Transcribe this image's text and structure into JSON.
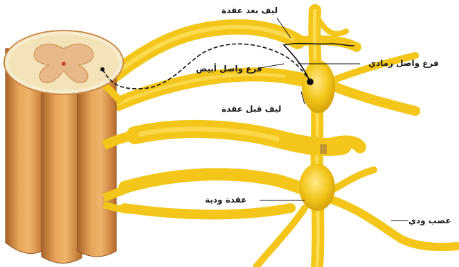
{
  "labels": {
    "postganglionic_fiber": "ليف بعد عقدة",
    "gray_ramus": "فرع واصل رمادي",
    "white_ramus": "فرع واصل أبيض",
    "preganglionic_fiber": "ليف قبل عقدة",
    "chain_ganglion": "عقدة ودية",
    "sympathetic_nerve": "عصب ودي"
  },
  "colors": {
    "nerve_yellow": "#f3c619",
    "nerve_highlight": "#ffe46a",
    "nerve_shadow": "#d9a80c",
    "cord_orange": "#d98e3a",
    "cord_light": "#f0b36a",
    "cord_dark": "#a9622a",
    "white_matter": "#f7ecd0",
    "gray_matter": "#e7b98a",
    "fiber_black": "#111111"
  }
}
